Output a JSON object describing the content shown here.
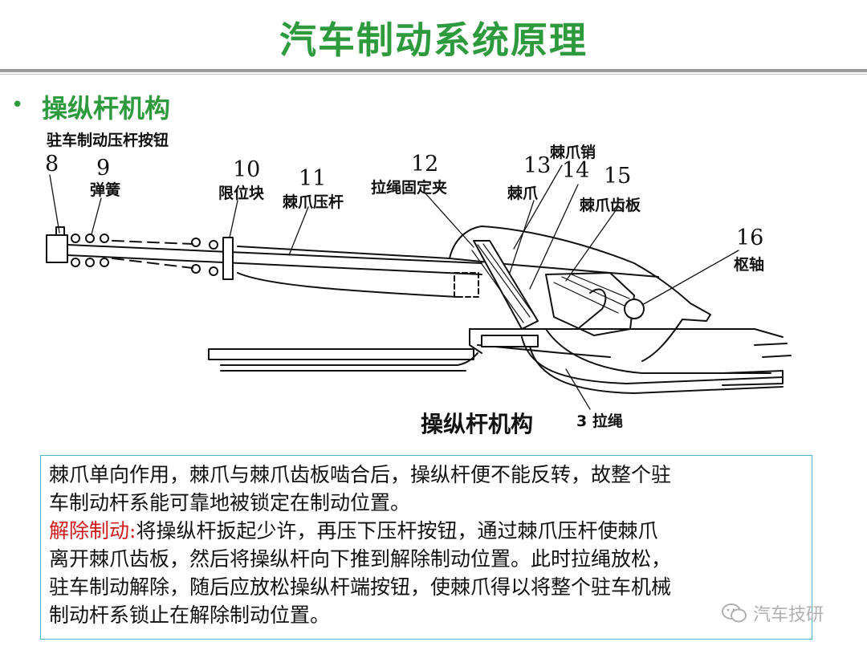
{
  "title": "汽车制动系统原理",
  "section": {
    "bullet": "•",
    "heading": "操纵杆机构"
  },
  "diagram": {
    "labels": {
      "push_button": "驻车制动压杆按钮",
      "n8": "8",
      "n9": "9",
      "spring": "弹簧",
      "n10": "10",
      "limit_block": "限位块",
      "n11": "11",
      "pawl_rod": "棘爪压杆",
      "n12": "12",
      "cable_clamp": "拉绳固定夹",
      "pawl_pin": "棘爪销",
      "n13": "13",
      "pawl": "棘爪",
      "n14": "14",
      "n15": "15",
      "ratchet_plate": "棘爪齿板",
      "n16": "16",
      "pivot": "枢轴",
      "cable": "3 拉绳"
    },
    "caption": "操纵杆机构"
  },
  "description": {
    "line1": "棘爪单向作用，棘爪与棘爪齿板啮合后，操纵杆便不能反转，故整个驻",
    "line2": "车制动杆系能可靠地被锁定在制动位置。",
    "release_label": "解除制动:",
    "line3": "将操纵杆扳起少许，再压下压杆按钮，通过棘爪压杆使棘爪",
    "line4": "离开棘爪齿板，然后将操纵杆向下推到解除制动位置。此时拉绳放松，",
    "line5": "驻车制动解除，随后应放松操纵杆端按钮，使棘爪得以将整个驻车机械",
    "line6": "制动杆系锁止在解除制动位置。"
  },
  "watermark": {
    "text": "汽车技研",
    "icon": "wechat-icon"
  },
  "colors": {
    "title": "#2e9a3e",
    "emphasis": "#d0181d",
    "box_border": "#4fb3c8"
  }
}
